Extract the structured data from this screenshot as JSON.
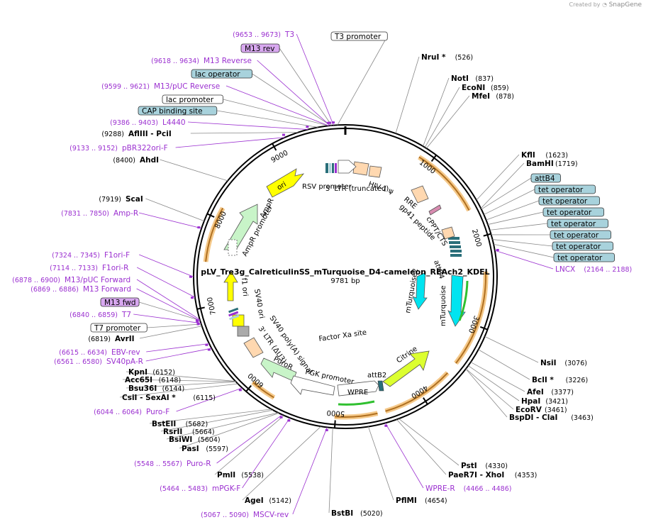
{
  "credit": {
    "prefix": "Created by",
    "brand": "SnapGene"
  },
  "plasmid": {
    "name": "pLV_Tre3g_CalreticulinSS_mTurquoise_D4-cameleon_REAch2_KDEL",
    "length": "9781 bp"
  },
  "ticks": [
    "1000",
    "2000",
    "3000",
    "4000",
    "5000",
    "6000",
    "7000",
    "8000",
    "9000"
  ],
  "enzymes": [
    {
      "name": "NruI *",
      "pos": "(526)"
    },
    {
      "name": "NotI",
      "pos": "(837)"
    },
    {
      "name": "EcoNI",
      "pos": "(859)"
    },
    {
      "name": "MfeI",
      "pos": "(878)"
    },
    {
      "name": "KflI",
      "pos": "(1623)"
    },
    {
      "name": "BamHI",
      "pos": "(1719)"
    },
    {
      "name": "NsiI",
      "pos": "(3076)"
    },
    {
      "name": "BclI *",
      "pos": "(3226)"
    },
    {
      "name": "AfeI",
      "pos": "(3377)"
    },
    {
      "name": "HpaI",
      "pos": "(3421)"
    },
    {
      "name": "EcoRV",
      "pos": "(3461)"
    },
    {
      "name": "BspDI - ClaI",
      "pos": "(3463)"
    },
    {
      "name": "PstI",
      "pos": "(4330)"
    },
    {
      "name": "PaeR7I - XhoI",
      "pos": "(4353)"
    },
    {
      "name": "PflMI",
      "pos": "(4654)"
    },
    {
      "name": "BstBI",
      "pos": "(5020)"
    },
    {
      "name": "AgeI",
      "pos": "(5142)"
    },
    {
      "name": "PmlI",
      "pos": "(5538)"
    },
    {
      "name": "PasI",
      "pos": "(5597)"
    },
    {
      "name": "BsiWI",
      "pos": "(5604)"
    },
    {
      "name": "RsrII",
      "pos": "(5664)"
    },
    {
      "name": "BstEII",
      "pos": "(5682)"
    },
    {
      "name": "CsiI - SexAI *",
      "pos": "(6115)"
    },
    {
      "name": "Bsu36I",
      "pos": "(6144)"
    },
    {
      "name": "Acc65I",
      "pos": "(6148)"
    },
    {
      "name": "KpnI",
      "pos": "(6152)"
    },
    {
      "name": "AvrII",
      "pos": "(6819)"
    },
    {
      "name": "ScaI",
      "pos": "(7919)"
    },
    {
      "name": "AhdI",
      "pos": "(8400)"
    },
    {
      "name": "AflIII - PciI",
      "pos": "(9288)"
    }
  ],
  "primers": [
    {
      "name": "T3",
      "pos": "(9653 .. 9673)"
    },
    {
      "name": "M13 Reverse",
      "pos": "(9618 .. 9634)"
    },
    {
      "name": "M13/pUC Reverse",
      "pos": "(9599 .. 9621)"
    },
    {
      "name": "L4440",
      "pos": "(9386 .. 9403)"
    },
    {
      "name": "pBR322ori-F",
      "pos": "(9133 .. 9152)"
    },
    {
      "name": "Amp-R",
      "pos": "(7831 .. 7850)"
    },
    {
      "name": "F1ori-F",
      "pos": "(7324 .. 7345)"
    },
    {
      "name": "F1ori-R",
      "pos": "(7114 .. 7133)"
    },
    {
      "name": "M13/pUC Forward",
      "pos": "(6878 .. 6900)"
    },
    {
      "name": "M13 Forward",
      "pos": "(6869 .. 6886)"
    },
    {
      "name": "T7",
      "pos": "(6840 .. 6859)"
    },
    {
      "name": "EBV-rev",
      "pos": "(6615 .. 6634)"
    },
    {
      "name": "SV40pA-R",
      "pos": "(6561 .. 6580)"
    },
    {
      "name": "Puro-F",
      "pos": "(6044 .. 6064)"
    },
    {
      "name": "Puro-R",
      "pos": "(5548 .. 5567)"
    },
    {
      "name": "mPGK-F",
      "pos": "(5464 .. 5483)"
    },
    {
      "name": "MSCV-rev",
      "pos": "(5067 .. 5090)"
    },
    {
      "name": "WPRE-R",
      "pos": "(4466 .. 4486)"
    },
    {
      "name": "LNCX",
      "pos": "(2164 .. 2188)"
    }
  ],
  "boxes": [
    {
      "label": "T3 promoter",
      "color": "#ffffff"
    },
    {
      "label": "M13 rev",
      "color": "#d8a8f0"
    },
    {
      "label": "lac operator",
      "color": "#a8d2dc"
    },
    {
      "label": "lac promoter",
      "color": "#ffffff"
    },
    {
      "label": "CAP binding site",
      "color": "#a8d2dc"
    },
    {
      "label": "attB4",
      "color": "#a8d2dc"
    },
    {
      "label": "tet operator",
      "color": "#a8d2dc"
    },
    {
      "label": "M13 fwd",
      "color": "#d8a8f0"
    },
    {
      "label": "T7 promoter",
      "color": "#ffffff"
    }
  ],
  "features": [
    {
      "label": "RSV promoter"
    },
    {
      "label": "5' LTR (truncated)"
    },
    {
      "label": "HIV-1 ψ"
    },
    {
      "label": "RRE"
    },
    {
      "label": "gp41 peptide"
    },
    {
      "label": "cPPT/CTS"
    },
    {
      "label": "attB4"
    },
    {
      "label": "mTurquoise"
    },
    {
      "label": "mTurquoise2"
    },
    {
      "label": "Citrine"
    },
    {
      "label": "attB2"
    },
    {
      "label": "WPRE"
    },
    {
      "label": "PGK promoter"
    },
    {
      "label": "PuroR"
    },
    {
      "label": "3' LTR (ΔU3)"
    },
    {
      "label": "SV40 poly(A) signal"
    },
    {
      "label": "SV40 ori"
    },
    {
      "label": "f1 ori"
    },
    {
      "label": "AmpR promoter"
    },
    {
      "label": "AmpR"
    },
    {
      "label": "ori"
    },
    {
      "label": "Factor Xa site"
    }
  ],
  "colors": {
    "primer": "#9b30d0",
    "orange_arc": "#e8a23c",
    "ori": "#ffff00",
    "ampr": "#c8f4c8",
    "cyan": "#00e4f0",
    "citrine": "#dcff30",
    "bluegray": "#a8d2dc",
    "peach": "#ffd8b0",
    "green": "#30c030"
  }
}
